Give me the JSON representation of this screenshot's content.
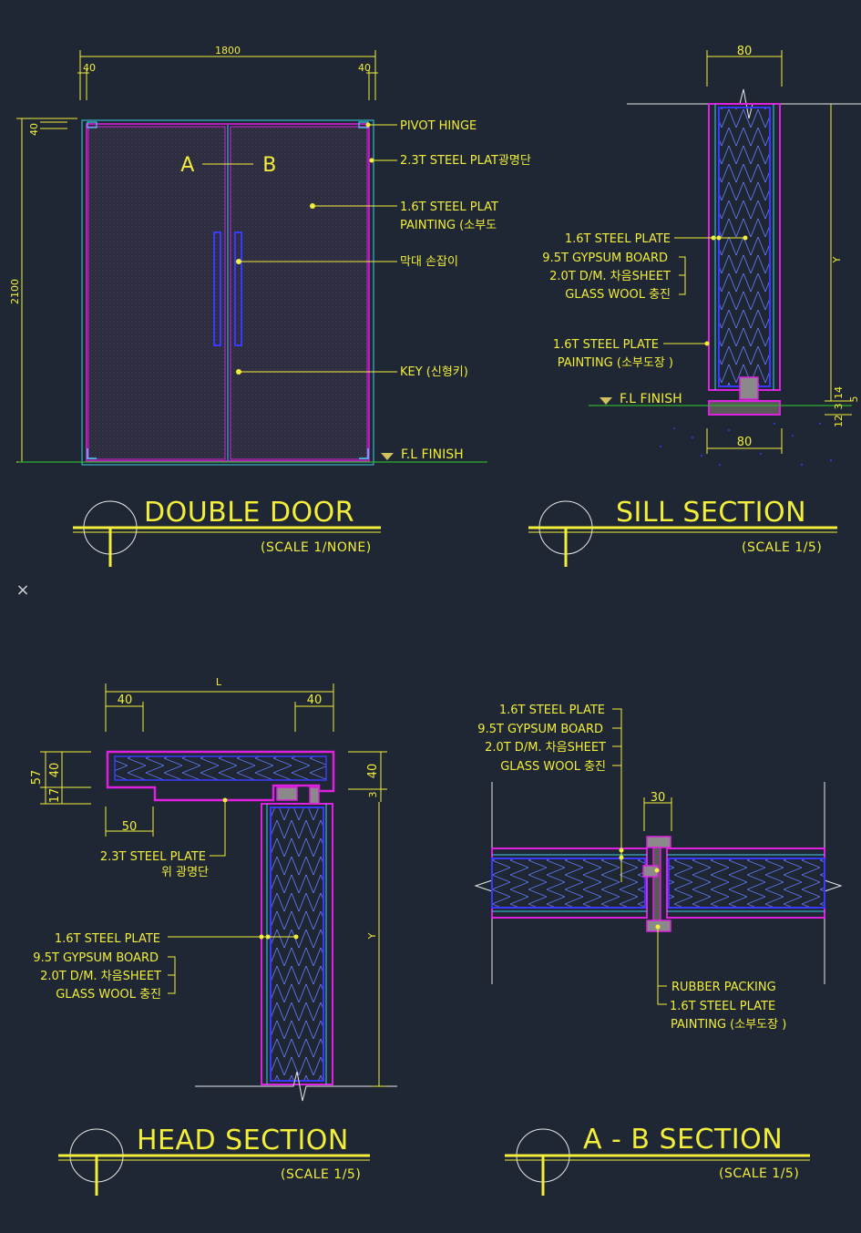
{
  "double_door": {
    "title": "DOUBLE DOOR",
    "scale": "(SCALE 1/NONE)",
    "dim_width": "1800",
    "dim_left_40": "40",
    "dim_right_40": "40",
    "dim_top_40": "40",
    "dim_height": "2100",
    "mark_a": "A",
    "mark_b": "B",
    "labels": {
      "pivot_hinge": "PIVOT HINGE",
      "steel_plate_23": "2.3T STEEL PLAT광명단",
      "steel_plate_16": "1.6T STEEL PLAT",
      "painting": "PAINTING (소부도",
      "handle": "막대 손잡이",
      "key": "KEY (신형키)",
      "fl_finish": "F.L FINISH"
    }
  },
  "sill_section": {
    "title": "SILL SECTION",
    "scale": "(SCALE 1/5)",
    "dim_top": "80",
    "dim_bottom": "80",
    "dim_y": "Y",
    "dim_right": [
      "12",
      "3",
      "14",
      "5"
    ],
    "labels": {
      "steel_plate": "1.6T STEEL PLATE",
      "gypsum": "9.5T GYPSUM BOARD",
      "sheet": "2.0T D/M. 차음SHEET",
      "glass_wool": "GLASS WOOL 충진",
      "steel_plate_2": "1.6T STEEL PLATE",
      "painting": "PAINTING (소부도장 )",
      "fl_finish": "F.L FINISH"
    }
  },
  "head_section": {
    "title": "HEAD SECTION",
    "scale": "(SCALE 1/5)",
    "dim_l": "L",
    "dim_left_40": "40",
    "dim_right_40": "40",
    "dim_57": "57",
    "dim_40": "40",
    "dim_17": "17",
    "dim_50": "50",
    "dim_r40": "40",
    "dim_r3": "3",
    "dim_y": "Y",
    "labels": {
      "steel_23": "2.3T STEEL PLATE",
      "steel_23_sub": "위 광명단",
      "steel_plate": "1.6T STEEL PLATE",
      "gypsum": "9.5T GYPSUM BOARD",
      "sheet": "2.0T D/M. 차음SHEET",
      "glass_wool": "GLASS WOOL 충진"
    }
  },
  "ab_section": {
    "title": "A - B  SECTION",
    "scale": "(SCALE 1/5)",
    "dim_30": "30",
    "labels": {
      "steel_plate": "1.6T STEEL PLATE",
      "gypsum": "9.5T GYPSUM BOARD",
      "sheet": "2.0T D/M. 차음SHEET",
      "glass_wool": "GLASS WOOL 충진",
      "rubber": "RUBBER PACKING",
      "steel_plate_2": "1.6T STEEL PLATE",
      "painting": "PAINTING (소부도장 )"
    }
  },
  "close_glyph": "×",
  "colors": {
    "background": "#1e2733",
    "annotation": "#f2ee3a",
    "steel": "#e020e0",
    "insulation": "#3a3aff",
    "frame": "#3ad0e8",
    "floor": "#2fb02f"
  }
}
